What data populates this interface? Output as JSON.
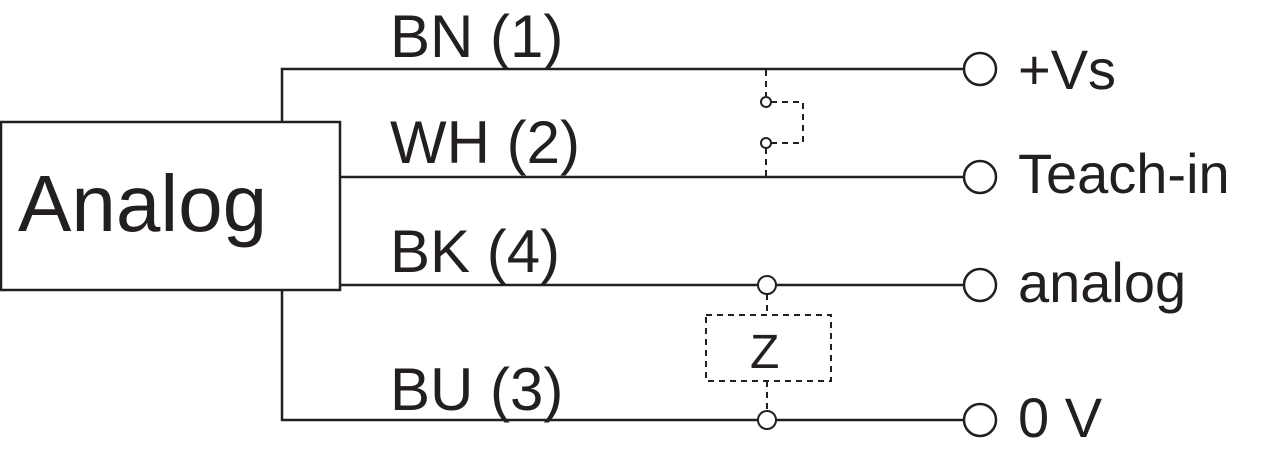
{
  "diagram": {
    "module_label": "Analog",
    "wires": [
      {
        "id": "bn",
        "code": "BN (1)",
        "terminal": "+Vs"
      },
      {
        "id": "wh",
        "code": "WH (2)",
        "terminal": "Teach-in"
      },
      {
        "id": "bk",
        "code": "BK (4)",
        "terminal": "analog"
      },
      {
        "id": "bu",
        "code": "BU (3)",
        "terminal": "0 V"
      }
    ],
    "load_label": "Z",
    "colors": {
      "line": "#231f20",
      "background": "#ffffff"
    }
  }
}
